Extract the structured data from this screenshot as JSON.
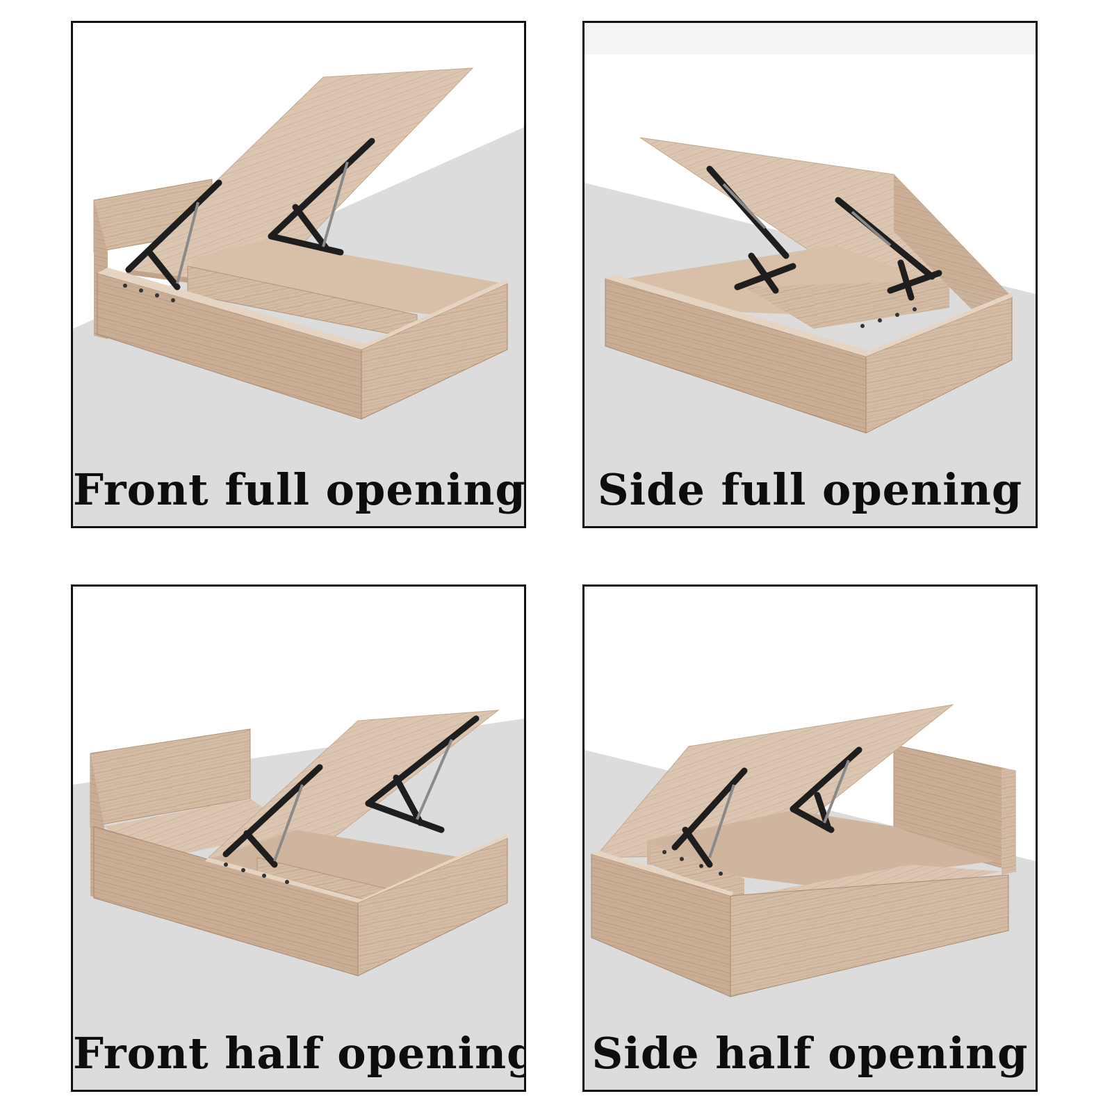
{
  "colors": {
    "background": "#ffffff",
    "floor": "#dcdcdc",
    "wood_light": "#d9c2ad",
    "wood_mid": "#c6ab93",
    "wood_dark": "#b39378",
    "hinge": "#1e1e1e",
    "border": "#111111",
    "caption": "#0d0d0d"
  },
  "panels": [
    {
      "caption": "Front full opening",
      "icon": "bed-front-full-opening-illustration"
    },
    {
      "caption": "Side full opening",
      "icon": "bed-side-full-opening-illustration"
    },
    {
      "caption": "Front half opening",
      "icon": "bed-front-half-opening-illustration"
    },
    {
      "caption": "Side half opening",
      "icon": "bed-side-half-opening-illustration"
    }
  ]
}
